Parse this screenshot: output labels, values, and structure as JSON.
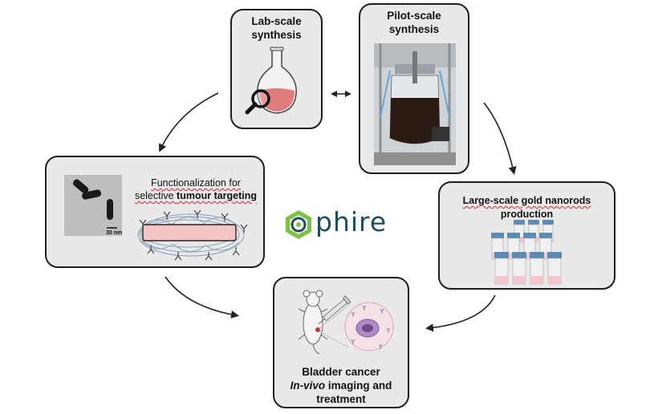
{
  "lab": {
    "line1": "Lab-scale",
    "line2": "synthesis"
  },
  "pilot": {
    "line1": "Pilot-scale",
    "line2": "synthesis"
  },
  "func": {
    "line1": "Functionalization for",
    "line2a": "selective ",
    "line2b": "tumour targeting",
    "scale": "30 nm"
  },
  "large": {
    "line1": "Large-scale gold nanorods",
    "line2": "production"
  },
  "bladder": {
    "line1": "Bladder cancer",
    "line2a": "In-vivo",
    "line2b": " imaging and",
    "line3": "treatment"
  },
  "logo": {
    "text": "phire"
  },
  "colors": {
    "box_fill": "#e9e9e9",
    "box_border": "#1f1f1f",
    "flask_liquid": "#e07b7b",
    "logo_teal": "#1d4f5e",
    "logo_green": "#7cc243"
  }
}
